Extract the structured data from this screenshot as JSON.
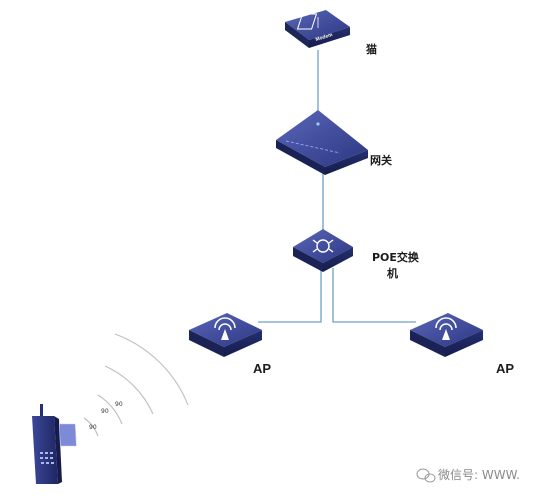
{
  "nodes": {
    "modem": {
      "label": "猫",
      "device_text": "Modem",
      "icon": "modem-icon"
    },
    "gateway": {
      "label": "网关",
      "icon": "router-icon"
    },
    "poe_switch": {
      "label_line1": "POE交换",
      "label_line2": "机",
      "icon": "switch-icon"
    },
    "ap_left": {
      "label": "AP",
      "icon": "access-point-icon"
    },
    "ap_right": {
      "label": "AP",
      "icon": "access-point-icon"
    },
    "phone": {
      "icon": "mobile-phone-icon"
    }
  },
  "signal_labels": {
    "outer": "90",
    "middle": "90",
    "inner": "90"
  },
  "watermark": {
    "text": "微信号: WWW.",
    "icon": "wechat-icon"
  },
  "colors": {
    "device": "#2a3479",
    "device_top": "#4a55a6",
    "link": "#6fa0c6",
    "wave": "#bfbfbf"
  }
}
